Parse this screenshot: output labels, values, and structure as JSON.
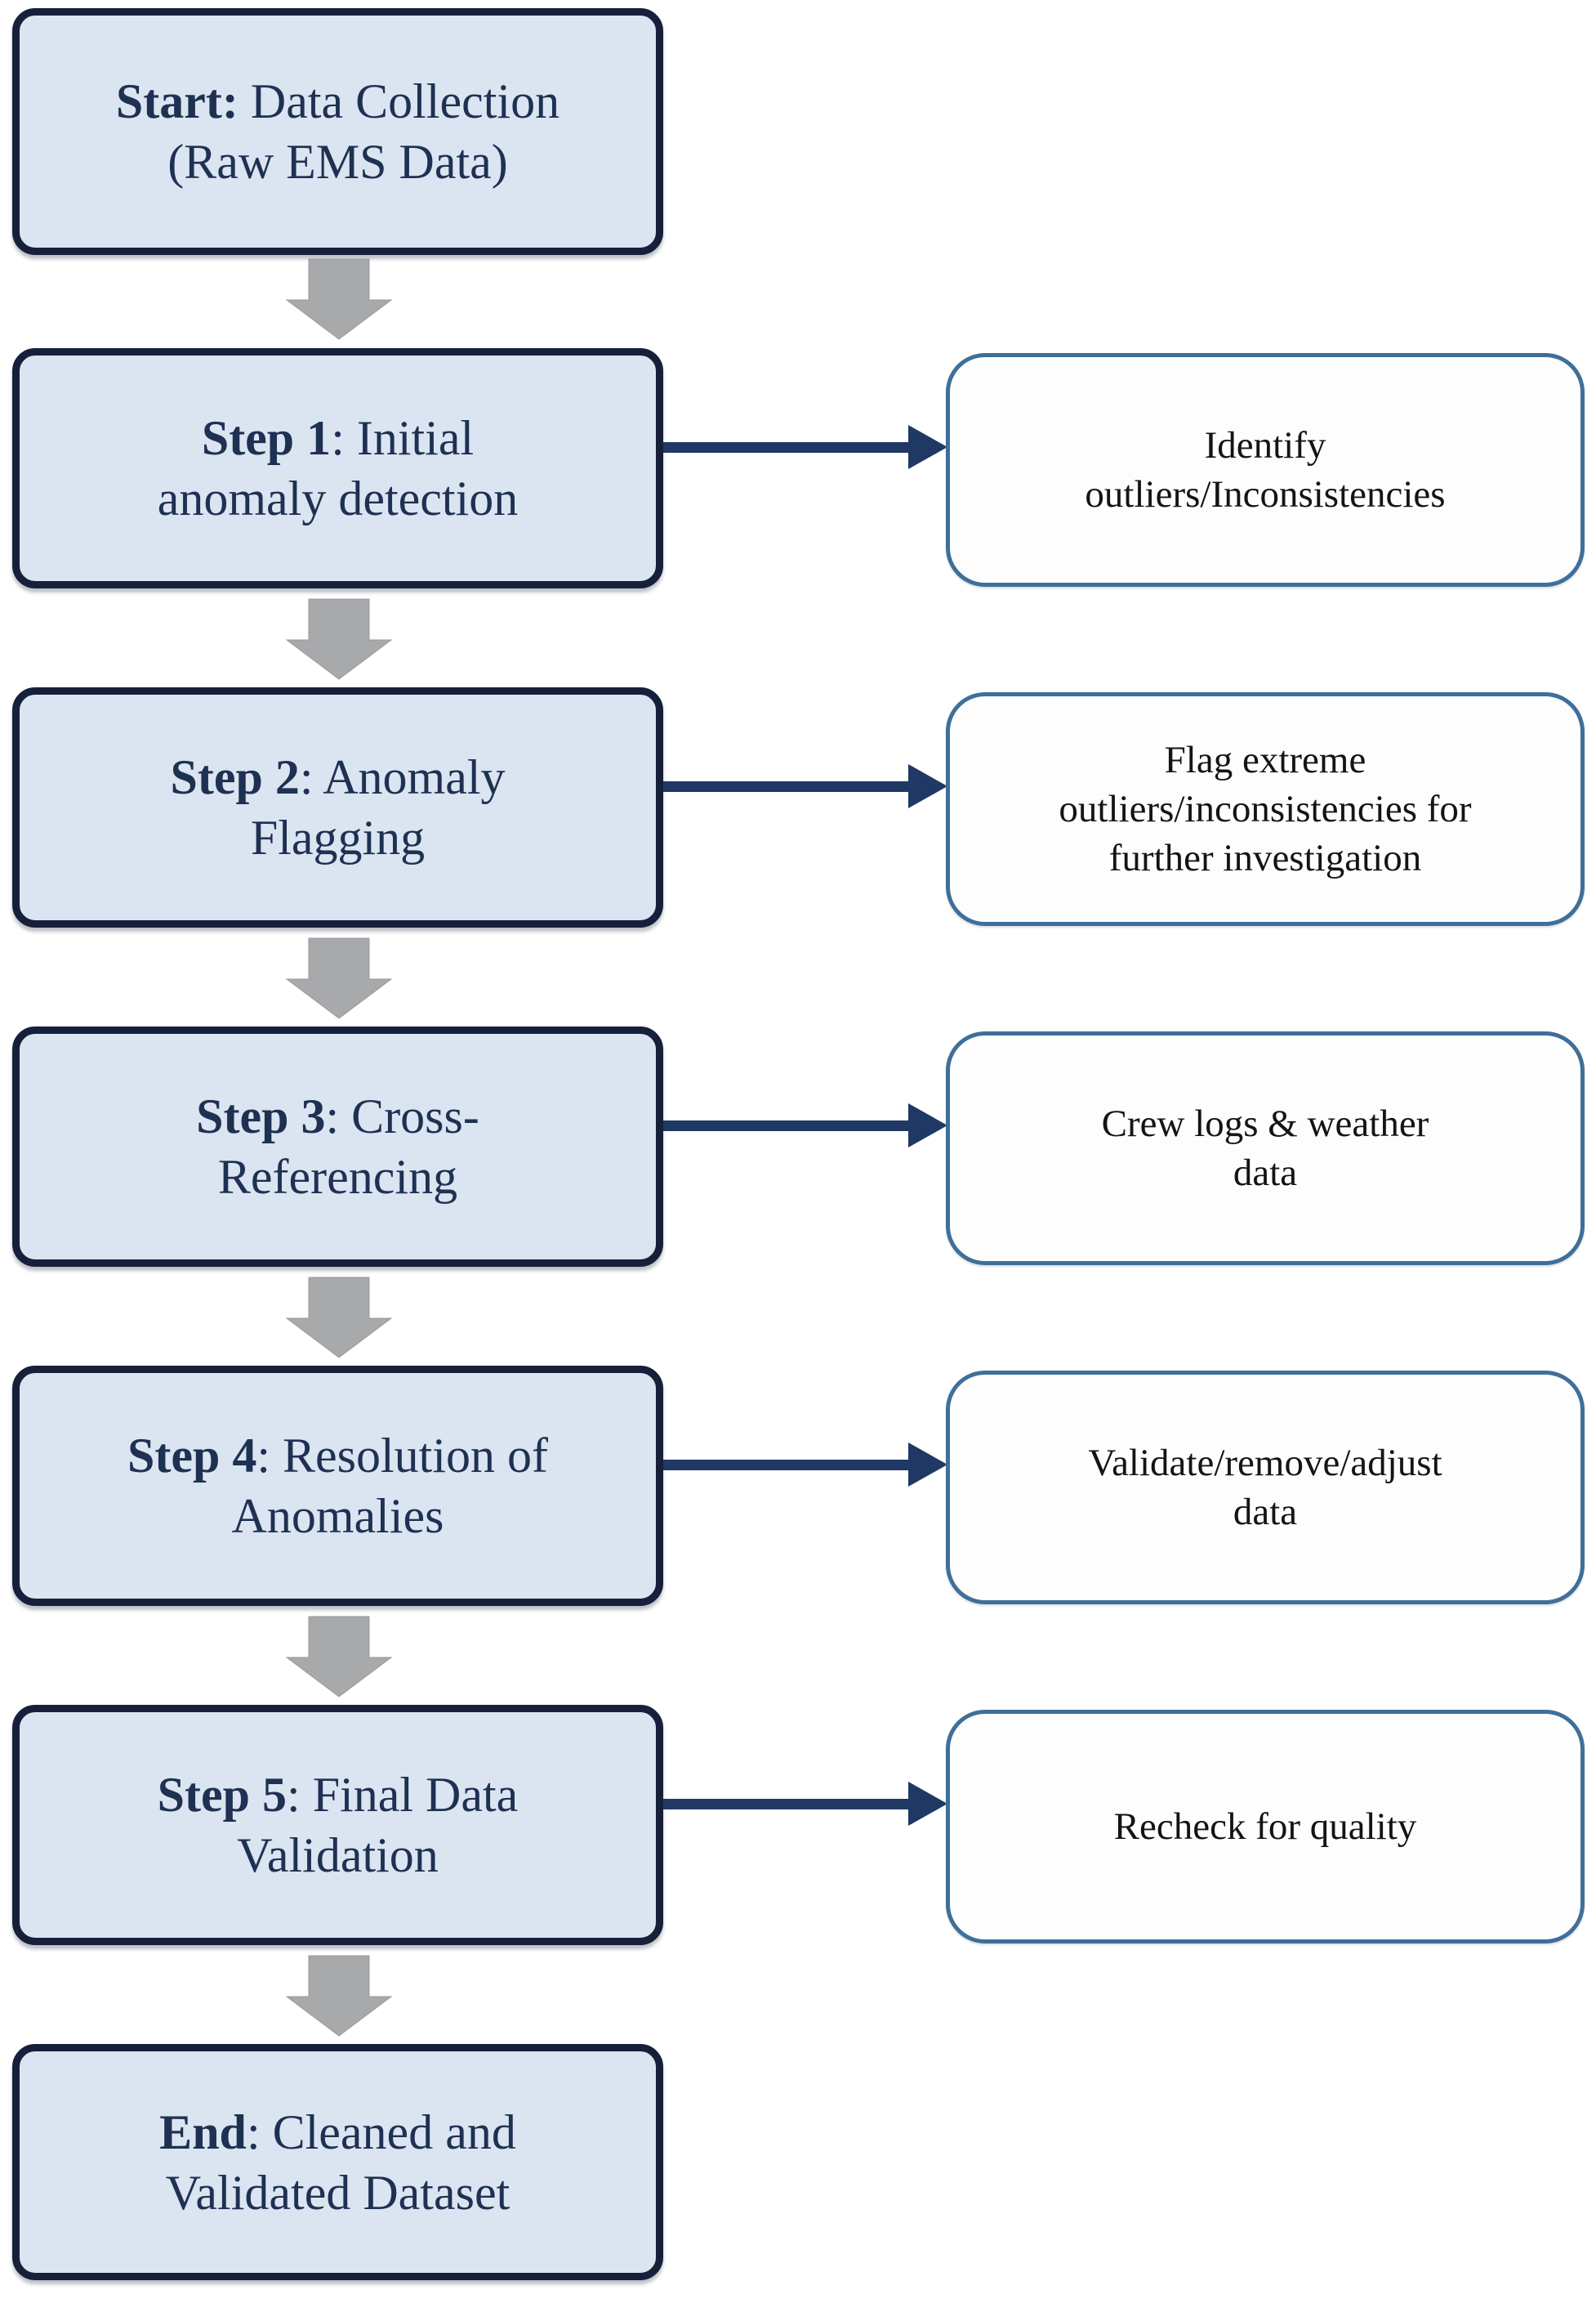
{
  "colors": {
    "process_box_fill": "#dbe4f1",
    "process_box_border": "#16203a",
    "process_box_text": "#1e3152",
    "note_box_fill": "#fdfdfe",
    "note_box_border": "#3f6f99",
    "note_box_text": "#141414",
    "connector_arrow_navy": "#1f3864",
    "down_arrow_gray": "#a7a9ab"
  },
  "flow": {
    "steps": [
      {
        "prefix": "Start:",
        "rest": " Data Collection\n(Raw EMS Data)"
      },
      {
        "prefix": "Step 1",
        "rest": ": Initial\nanomaly detection"
      },
      {
        "prefix": "Step 2",
        "rest": ": Anomaly\nFlagging"
      },
      {
        "prefix": "Step 3",
        "rest": ": Cross-\nReferencing"
      },
      {
        "prefix": "Step 4",
        "rest": ": Resolution of\nAnomalies"
      },
      {
        "prefix": "Step 5",
        "rest": ": Final Data\nValidation"
      },
      {
        "prefix": "End",
        "rest": ": Cleaned and\nValidated Dataset"
      }
    ],
    "notes": [
      "Identify\noutliers/Inconsistencies",
      "Flag extreme\noutliers/inconsistencies for\nfurther investigation",
      "Crew logs & weather\ndata",
      "Validate/remove/adjust\ndata",
      "Recheck for quality"
    ]
  }
}
